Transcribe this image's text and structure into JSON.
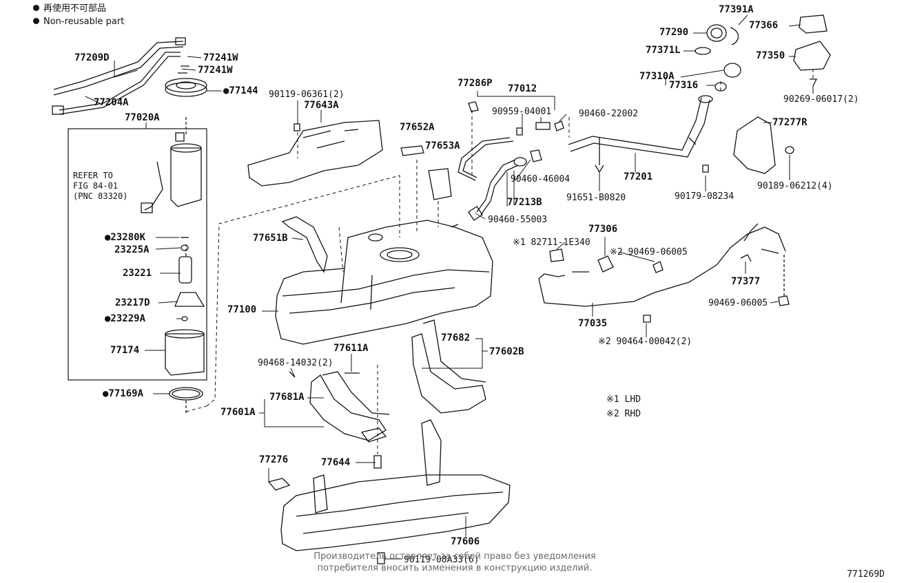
{
  "legend": {
    "japanese": "再使用不可部品",
    "english": "Non-reusable part"
  },
  "refer": {
    "line1": "REFER TO",
    "line2": "FIG 84-01",
    "line3": "(PNC 83320)"
  },
  "notes": {
    "n1": "※1  LHD",
    "n2": "※2  RHD"
  },
  "footer": {
    "line1": "Производитель оставляет за собой право без уведомления",
    "line2": "потребителя вносить изменения в конструкцию изделий."
  },
  "figure_number": "771269D",
  "parts": [
    {
      "id": "p77209D",
      "text": "77209D"
    },
    {
      "id": "p77204A",
      "text": "77204A"
    },
    {
      "id": "p77241W_1",
      "text": "77241W"
    },
    {
      "id": "p77241W_2",
      "text": "77241W"
    },
    {
      "id": "p77144",
      "text": "●77144"
    },
    {
      "id": "p77020A",
      "text": "77020A"
    },
    {
      "id": "p23280K",
      "text": "●23280K"
    },
    {
      "id": "p23225A",
      "text": "23225A"
    },
    {
      "id": "p23221",
      "text": "23221"
    },
    {
      "id": "p23217D",
      "text": "23217D"
    },
    {
      "id": "p23229A",
      "text": "●23229A"
    },
    {
      "id": "p77174",
      "text": "77174"
    },
    {
      "id": "p77169A",
      "text": "●77169A"
    },
    {
      "id": "p90119_06361",
      "text": "90119-06361(2)"
    },
    {
      "id": "p77643A",
      "text": "77643A"
    },
    {
      "id": "p77652A",
      "text": "77652A"
    },
    {
      "id": "p77653A",
      "text": "77653A"
    },
    {
      "id": "p77286P",
      "text": "77286P"
    },
    {
      "id": "p77012",
      "text": "77012"
    },
    {
      "id": "p90959_04001",
      "text": "90959-04001"
    },
    {
      "id": "p90460_22002",
      "text": "90460-22002"
    },
    {
      "id": "p90460_46004",
      "text": "90460-46004"
    },
    {
      "id": "p77213B",
      "text": "77213B"
    },
    {
      "id": "p90460_55003",
      "text": "90460-55003"
    },
    {
      "id": "p91651_B0820",
      "text": "91651-B0820"
    },
    {
      "id": "p77201",
      "text": "77201"
    },
    {
      "id": "p90179_08234",
      "text": "90179-08234"
    },
    {
      "id": "p77391A",
      "text": "77391A"
    },
    {
      "id": "p77366",
      "text": "77366"
    },
    {
      "id": "p77290",
      "text": "77290"
    },
    {
      "id": "p77371L",
      "text": "77371L"
    },
    {
      "id": "p77350",
      "text": "77350"
    },
    {
      "id": "p77310A",
      "text": "77310A"
    },
    {
      "id": "p77316",
      "text": "77316"
    },
    {
      "id": "p90269_06017",
      "text": "90269-06017(2)"
    },
    {
      "id": "p77277R",
      "text": "77277R"
    },
    {
      "id": "p90189_06212",
      "text": "90189-06212(4)"
    },
    {
      "id": "p77651B",
      "text": "77651B"
    },
    {
      "id": "p77100",
      "text": "77100"
    },
    {
      "id": "p77306",
      "text": "77306"
    },
    {
      "id": "p182711_1E340",
      "text": "※1 82711-1E340"
    },
    {
      "id": "p90469_06005_a",
      "text": "※2 90469-06005"
    },
    {
      "id": "p77377",
      "text": "77377"
    },
    {
      "id": "p90469_06005_b",
      "text": "90469-06005"
    },
    {
      "id": "p77035",
      "text": "77035"
    },
    {
      "id": "p90464_00042",
      "text": "※2 90464-00042(2)"
    },
    {
      "id": "p90468_14032",
      "text": "90468-14032(2)"
    },
    {
      "id": "p77611A",
      "text": "77611A"
    },
    {
      "id": "p77682",
      "text": "77682"
    },
    {
      "id": "p77602B",
      "text": "77602B"
    },
    {
      "id": "p77681A",
      "text": "77681A"
    },
    {
      "id": "p77601A",
      "text": "77601A"
    },
    {
      "id": "p77276",
      "text": "77276"
    },
    {
      "id": "p77644",
      "text": "77644"
    },
    {
      "id": "p77606",
      "text": "77606"
    },
    {
      "id": "p90119_08A33",
      "text": "90119-08A33(6)"
    }
  ]
}
